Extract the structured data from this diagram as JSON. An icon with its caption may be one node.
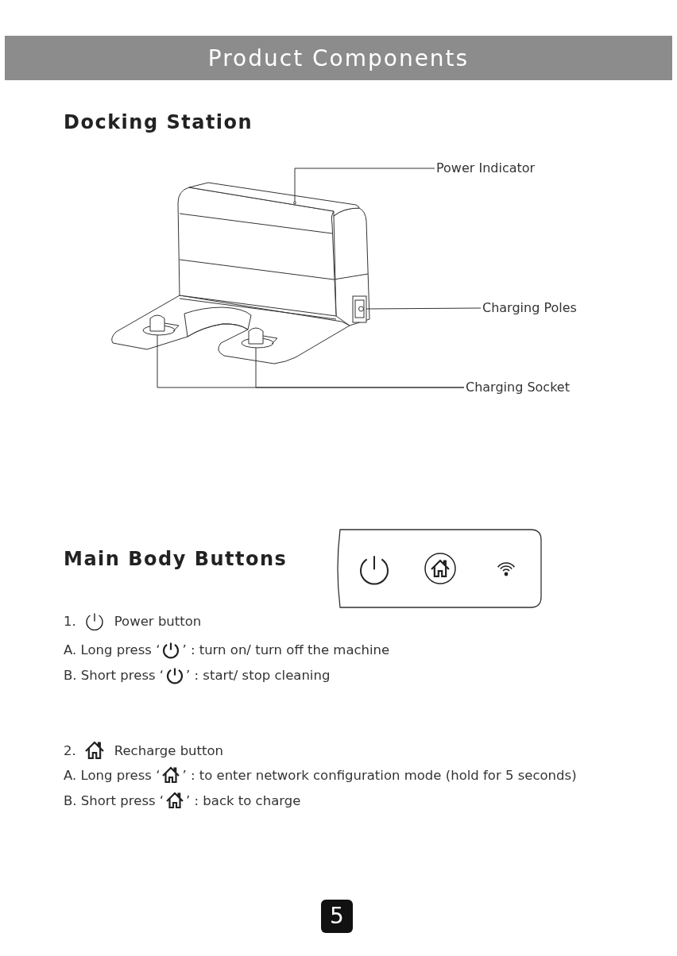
{
  "diagram": {
    "title": "Product Components",
    "nodes": [
      {
        "text": [
          "Power Indicator"
        ]
      },
      {
        "text": [
          "Charging Poles"
        ]
      },
      {
        "text": [
          "Charging Socket"
        ]
      },
      {
        "text": [],
        "shape": "box"
      },
      {
        "text": [],
        "shape": "circle"
      },
      {
        "text": [],
        "shape": "cylinder"
      },
      {
        "text": [],
        "shape": "cylinder"
      }
    ],
    "edges": [
      {
        "from": 0,
        "to": 4,
        "arrow": "none"
      },
      {
        "from": 1,
        "to": 3,
        "arrow": "none"
      },
      {
        "from": 2,
        "to": 5,
        "arrow": "none"
      },
      {
        "from": 2,
        "to": 6,
        "arrow": "none"
      }
    ],
    "labels": [
      "Docking Station",
      "Main Body Buttons",
      "1.",
      "Power button",
      "A. Long press ‘",
      "’ : turn on/ turn off the machine",
      "B. Short press ‘",
      "’ : start/ stop cleaning",
      "2.",
      "Recharge button",
      "A. Long press ‘",
      "’ : to enter network configuration mode (hold for 5 seconds)",
      "B. Short press ‘",
      "’ : back to charge",
      "5"
    ]
  }
}
